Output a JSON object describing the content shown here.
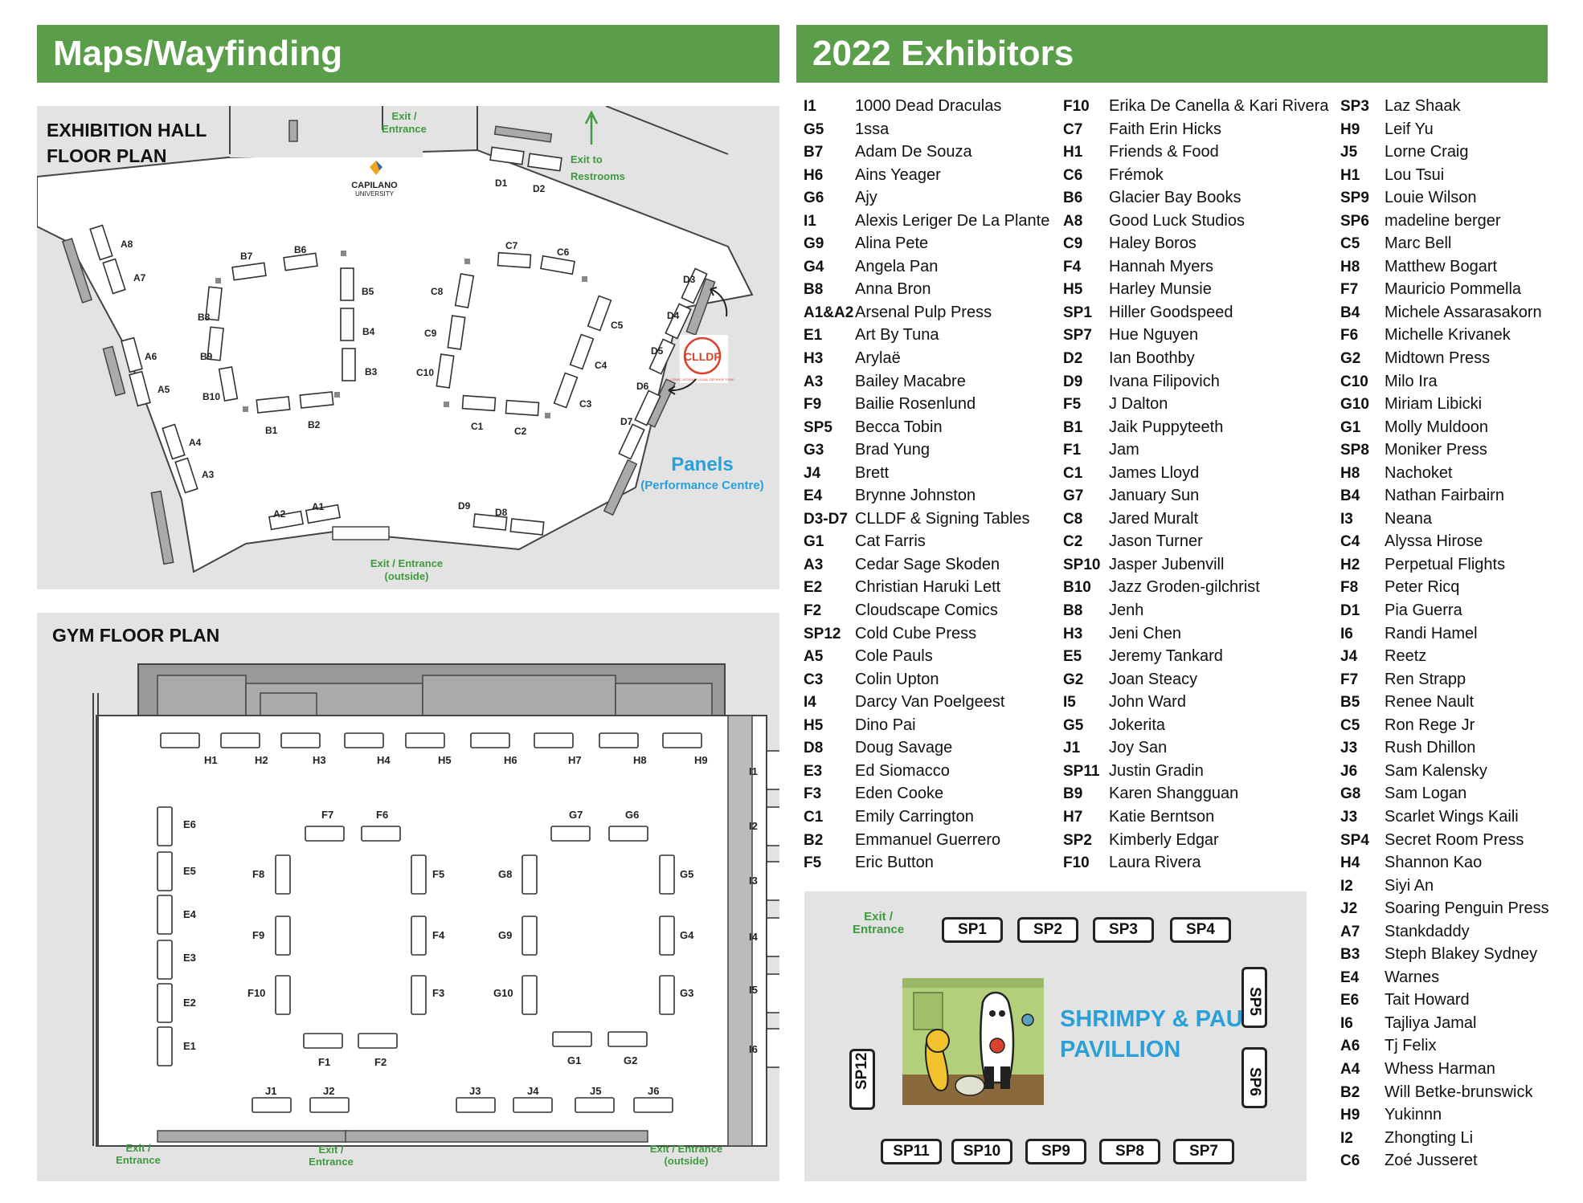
{
  "left_title": "Maps/Wayfinding",
  "right_title": "2022 Exhibitors",
  "exhibition_hall": {
    "title_line1": "EXHIBITION HALL",
    "title_line2": "FLOOR PLAN",
    "exit_top_l1": "Exit /",
    "exit_top_l2": "Entrance",
    "restroom_l1": "Exit to",
    "restroom_l2": "Restrooms",
    "exit_bottom_l1": "Exit / Entrance",
    "exit_bottom_l2": "(outside)",
    "panels_l1": "Panels",
    "panels_l2": "(Performance Centre)",
    "capilano_l1": "CAPILANO",
    "capilano_l2": "UNIVERSITY",
    "clldf_logo": "CLLDF",
    "clldf_sub": "COMIC LEGENDS LEGAL DEFENSE FUND"
  },
  "gym": {
    "title": "GYM FLOOR PLAN",
    "exit_left_l1": "Exit /",
    "exit_left_l2": "Entrance",
    "exit_mid_l1": "Exit /",
    "exit_mid_l2": "Entrance",
    "exit_right_l1": "Exit / Entrance",
    "exit_right_l2": "(outside)"
  },
  "pavilion": {
    "exit_l1": "Exit /",
    "exit_l2": "Entrance",
    "title_l1": "SHRIMPY & PAUL",
    "title_l2": "PAVILLION",
    "top_booths": [
      "SP1",
      "SP2",
      "SP3",
      "SP4"
    ],
    "bottom_booths": [
      "SP11",
      "SP10",
      "SP9",
      "SP8",
      "SP7"
    ],
    "right_booths": [
      "SP5",
      "SP6"
    ],
    "left_booths": [
      "SP12"
    ]
  },
  "booth_labels": {
    "hall": [
      "A8",
      "A7",
      "A6",
      "A5",
      "A4",
      "A3",
      "A2",
      "A1",
      "B7",
      "B6",
      "B5",
      "B4",
      "B3",
      "B8",
      "B9",
      "B10",
      "B1",
      "B2",
      "C7",
      "C6",
      "C8",
      "C9",
      "C10",
      "C5",
      "C4",
      "C3",
      "C1",
      "C2",
      "D1",
      "D2",
      "D3",
      "D4",
      "D5",
      "D6",
      "D7",
      "D9",
      "D8"
    ],
    "gym": [
      "H1",
      "H2",
      "H3",
      "H4",
      "H5",
      "H6",
      "H7",
      "H8",
      "H9",
      "I1",
      "I2",
      "I3",
      "I4",
      "I5",
      "I6",
      "E6",
      "E5",
      "E4",
      "E3",
      "E2",
      "E1",
      "F7",
      "F6",
      "F8",
      "F5",
      "F9",
      "F4",
      "F10",
      "F3",
      "F1",
      "F2",
      "G7",
      "G6",
      "G8",
      "G5",
      "G9",
      "G4",
      "G10",
      "G3",
      "G1",
      "G2",
      "J1",
      "J2",
      "J3",
      "J4",
      "J5",
      "J6"
    ]
  },
  "exhibitors": {
    "col1": [
      [
        "I1",
        "1000 Dead Draculas"
      ],
      [
        "G5",
        "1ssa"
      ],
      [
        "B7",
        "Adam De Souza"
      ],
      [
        "H6",
        "Ains Yeager"
      ],
      [
        "G6",
        "Ajy"
      ],
      [
        "I1",
        "Alexis Leriger De La Plante"
      ],
      [
        "G9",
        "Alina Pete"
      ],
      [
        "G4",
        "Angela Pan"
      ],
      [
        "B8",
        "Anna Bron"
      ],
      [
        "A1&A2",
        "Arsenal Pulp Press"
      ],
      [
        "E1",
        "Art By Tuna"
      ],
      [
        "H3",
        "Arylaë"
      ],
      [
        "A3",
        "Bailey Macabre"
      ],
      [
        "F9",
        "Bailie Rosenlund"
      ],
      [
        "SP5",
        "Becca Tobin"
      ],
      [
        "G3",
        "Brad Yung"
      ],
      [
        "J4",
        "Brett"
      ],
      [
        "E4",
        "Brynne Johnston"
      ],
      [
        "D3-D7",
        "CLLDF & Signing Tables"
      ],
      [
        "G1",
        "Cat Farris"
      ],
      [
        "A3",
        "Cedar Sage Skoden"
      ],
      [
        "E2",
        "Christian Haruki Lett"
      ],
      [
        "F2",
        "Cloudscape Comics"
      ],
      [
        "SP12",
        "Cold Cube Press"
      ],
      [
        "A5",
        "Cole Pauls"
      ],
      [
        "C3",
        "Colin Upton"
      ],
      [
        "I4",
        "Darcy Van Poelgeest"
      ],
      [
        "H5",
        "Dino Pai"
      ],
      [
        "D8",
        "Doug Savage"
      ],
      [
        "E3",
        "Ed Siomacco"
      ],
      [
        "F3",
        "Eden Cooke"
      ],
      [
        "C1",
        "Emily Carrington"
      ],
      [
        "B2",
        "Emmanuel Guerrero"
      ],
      [
        "F5",
        "Eric Button"
      ]
    ],
    "col2": [
      [
        "F10",
        "Erika De Canella & Kari Rivera"
      ],
      [
        "C7",
        "Faith Erin Hicks"
      ],
      [
        "H1",
        "Friends & Food"
      ],
      [
        "C6",
        "Frémok"
      ],
      [
        "B6",
        "Glacier Bay Books"
      ],
      [
        "A8",
        "Good Luck Studios"
      ],
      [
        "C9",
        "Haley Boros"
      ],
      [
        "F4",
        "Hannah Myers"
      ],
      [
        "H5",
        "Harley Munsie"
      ],
      [
        "SP1",
        "Hiller Goodspeed"
      ],
      [
        "SP7",
        "Hue Nguyen"
      ],
      [
        "D2",
        "Ian Boothby"
      ],
      [
        "D9",
        "Ivana Filipovich"
      ],
      [
        "F5",
        "J Dalton"
      ],
      [
        "B1",
        "Jaik Puppyteeth"
      ],
      [
        "F1",
        "Jam"
      ],
      [
        "C1",
        "James Lloyd"
      ],
      [
        "G7",
        "January Sun"
      ],
      [
        "C8",
        "Jared Muralt"
      ],
      [
        "C2",
        "Jason Turner"
      ],
      [
        "SP10",
        "Jasper Jubenvill"
      ],
      [
        "B10",
        "Jazz Groden-gilchrist"
      ],
      [
        "B8",
        "Jenh"
      ],
      [
        "H3",
        "Jeni Chen"
      ],
      [
        "E5",
        "Jeremy Tankard"
      ],
      [
        "G2",
        "Joan Steacy"
      ],
      [
        "I5",
        "John Ward"
      ],
      [
        "G5",
        "Jokerita"
      ],
      [
        "J1",
        "Joy San"
      ],
      [
        "SP11",
        "Justin Gradin"
      ],
      [
        "B9",
        "Karen Shangguan"
      ],
      [
        "H7",
        "Katie Berntson"
      ],
      [
        "SP2",
        "Kimberly Edgar"
      ],
      [
        "F10",
        "Laura Rivera"
      ]
    ],
    "col3": [
      [
        "SP3",
        "Laz Shaak"
      ],
      [
        "H9",
        "Leif Yu"
      ],
      [
        "J5",
        "Lorne Craig"
      ],
      [
        "H1",
        "Lou Tsui"
      ],
      [
        "SP9",
        "Louie Wilson"
      ],
      [
        "SP6",
        "madeline berger"
      ],
      [
        "C5",
        "Marc Bell"
      ],
      [
        "H8",
        "Matthew Bogart"
      ],
      [
        "F7",
        "Mauricio Pommella"
      ],
      [
        "B4",
        "Michele Assarasakorn"
      ],
      [
        "F6",
        "Michelle Krivanek"
      ],
      [
        "G2",
        "Midtown Press"
      ],
      [
        "C10",
        "Milo Ira"
      ],
      [
        "G10",
        "Miriam Libicki"
      ],
      [
        "G1",
        "Molly Muldoon"
      ],
      [
        "SP8",
        "Moniker Press"
      ],
      [
        "H8",
        "Nachoket"
      ],
      [
        "B4",
        "Nathan Fairbairn"
      ],
      [
        "I3",
        "Neana"
      ],
      [
        "C4",
        "Alyssa Hirose"
      ],
      [
        "H2",
        "Perpetual Flights"
      ],
      [
        "F8",
        "Peter Ricq"
      ],
      [
        "D1",
        "Pia Guerra"
      ],
      [
        "I6",
        "Randi Hamel"
      ],
      [
        "J4",
        "Reetz"
      ],
      [
        "F7",
        "Ren Strapp"
      ],
      [
        "B5",
        "Renee Nault"
      ],
      [
        "C5",
        "Ron Rege Jr"
      ],
      [
        "J3",
        "Rush Dhillon"
      ],
      [
        "J6",
        "Sam Kalensky"
      ],
      [
        "G8",
        "Sam Logan"
      ],
      [
        "J3",
        "Scarlet Wings Kaili"
      ],
      [
        "SP4",
        "Secret Room Press"
      ],
      [
        "H4",
        "Shannon Kao"
      ],
      [
        "I2",
        "Siyi An"
      ],
      [
        "J2",
        "Soaring Penguin Press"
      ],
      [
        "A7",
        "Stankdaddy"
      ],
      [
        "B3",
        "Steph Blakey Sydney"
      ],
      [
        "E4",
        "Warnes"
      ],
      [
        "E6",
        "Tait Howard"
      ],
      [
        "I6",
        "Tajliya Jamal"
      ],
      [
        "A6",
        "Tj Felix"
      ],
      [
        "A4",
        "Whess Harman"
      ],
      [
        "B2",
        "Will Betke-brunswick"
      ],
      [
        "H9",
        "Yukinnn"
      ],
      [
        "I2",
        "Zhongting Li"
      ],
      [
        "C6",
        "Zoé Jusseret"
      ]
    ]
  },
  "colors": {
    "banner_green": "#5a9e4a",
    "label_green": "#3f9a3f",
    "label_blue": "#2aa0d8",
    "panel_gray": "#e3e3e3"
  }
}
